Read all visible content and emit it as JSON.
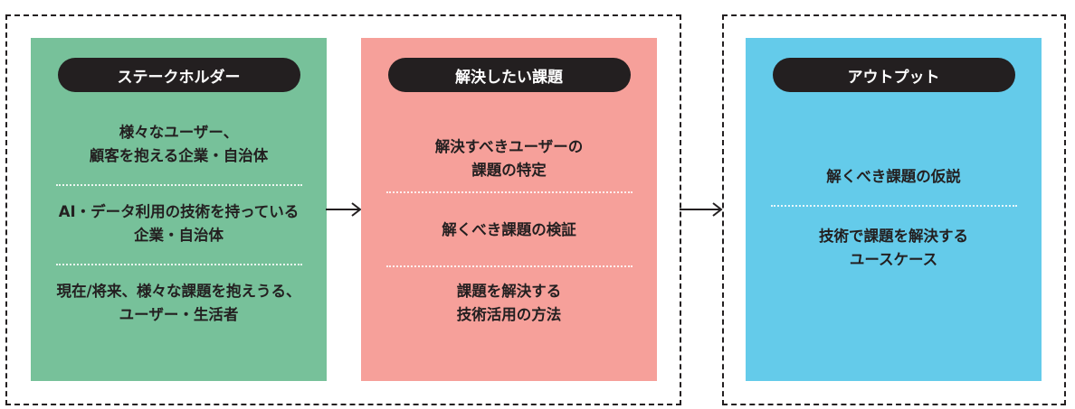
{
  "colors": {
    "stakeholder": "#77c19a",
    "issues": "#f6a09a",
    "output": "#64cbea",
    "pill": "#231f20",
    "border": "#231f20"
  },
  "panels": {
    "stakeholder": {
      "title": "ステークホルダー",
      "items": [
        "様々なユーザー、\n顧客を抱える企業・自治体",
        "AI・データ利用の技術を持っている\n企業・自治体",
        "現在/将来、様々な課題を抱えうる、\nユーザー・生活者"
      ]
    },
    "issues": {
      "title": "解決したい課題",
      "items": [
        "解決すべきユーザーの\n課題の特定",
        "解くべき課題の検証",
        "課題を解決する\n技術活用の方法"
      ]
    },
    "output": {
      "title": "アウトプット",
      "items": [
        "解くべき課題の仮説",
        "技術で課題を解決する\nユースケース"
      ]
    }
  },
  "arrows": [
    {
      "from": "stakeholder",
      "to": "issues",
      "icon": "right-arrow-icon"
    },
    {
      "from": "issues-group",
      "to": "output-group",
      "icon": "right-arrow-icon"
    }
  ]
}
